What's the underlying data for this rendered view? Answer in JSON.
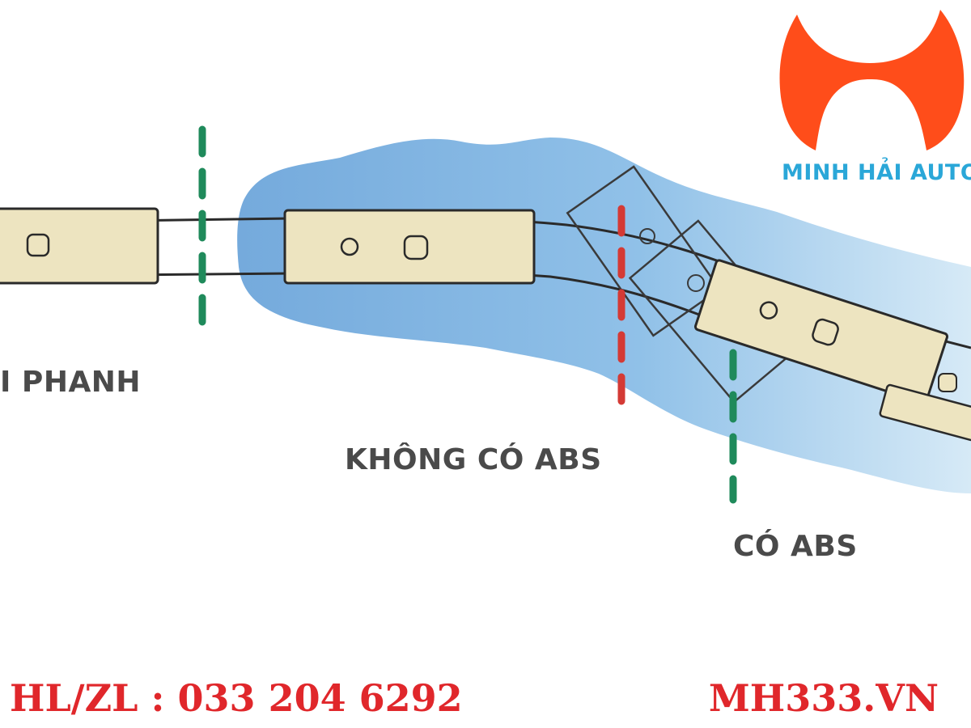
{
  "labels": {
    "braking": "I PHANH",
    "no_abs": "KHÔNG CÓ ABS",
    "with_abs": "CÓ ABS"
  },
  "brand": {
    "name": "MINH HẢI AUTO",
    "logo_color": "#ff4d1a",
    "name_color": "#2aa7d8"
  },
  "footer": {
    "phone": "HL/ZL : 033 204 6292",
    "website": "MH333.VN",
    "color": "#e0272b"
  },
  "colors": {
    "water": "#6aa8dd",
    "car_body": "#ede4c0",
    "braking_line": "#1f8a5b",
    "no_abs_line": "#d43a35",
    "abs_line": "#1f8a5b"
  }
}
